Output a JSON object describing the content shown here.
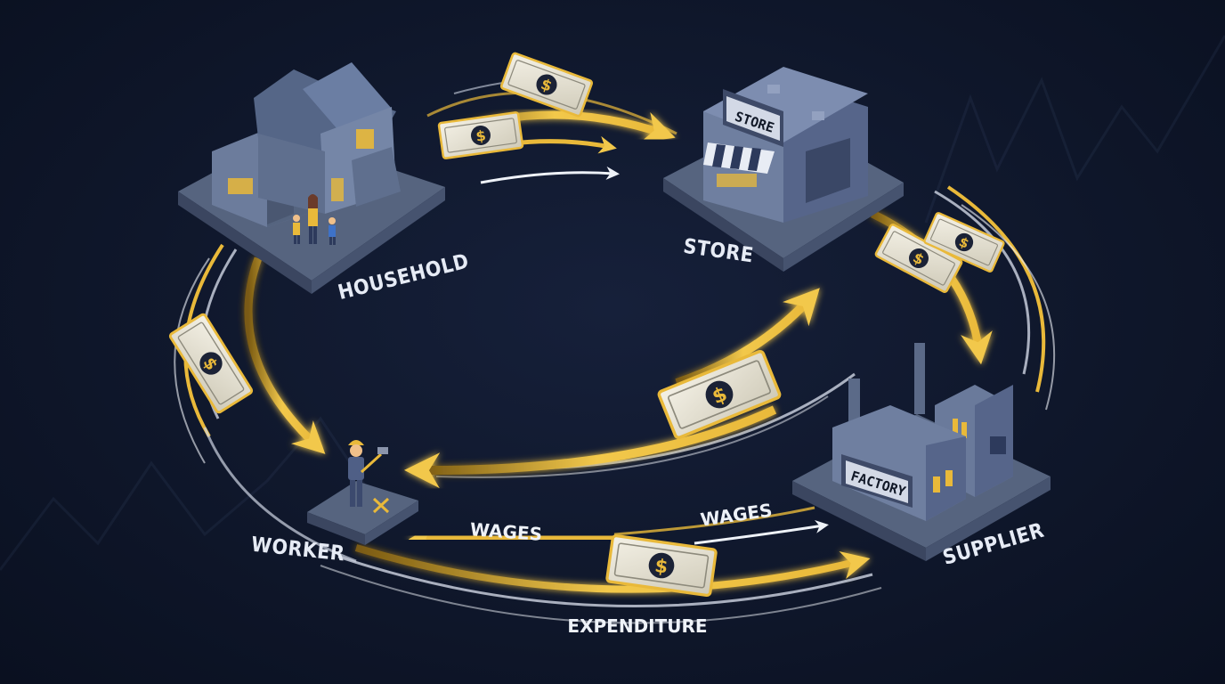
{
  "nodes": {
    "household": {
      "label": "HOUSEHOLD",
      "icon": "house-icon"
    },
    "store": {
      "label": "STORE",
      "sign": "STORE",
      "icon": "storefront-icon"
    },
    "supplier": {
      "label": "SUPPLIER",
      "sign": "FACTORY",
      "icon": "factory-icon"
    },
    "worker": {
      "label": "WORKER",
      "icon": "worker-icon"
    }
  },
  "flows": {
    "wages_left": "WAGES",
    "wages_right": "WAGES",
    "expenditure": "EXPENDITURE"
  },
  "colors": {
    "background": "#0f172b",
    "gold": "#e9b93a",
    "white_flow": "#e8ecf4",
    "platform": "#5b6a88",
    "building": "#6f7fa0"
  }
}
